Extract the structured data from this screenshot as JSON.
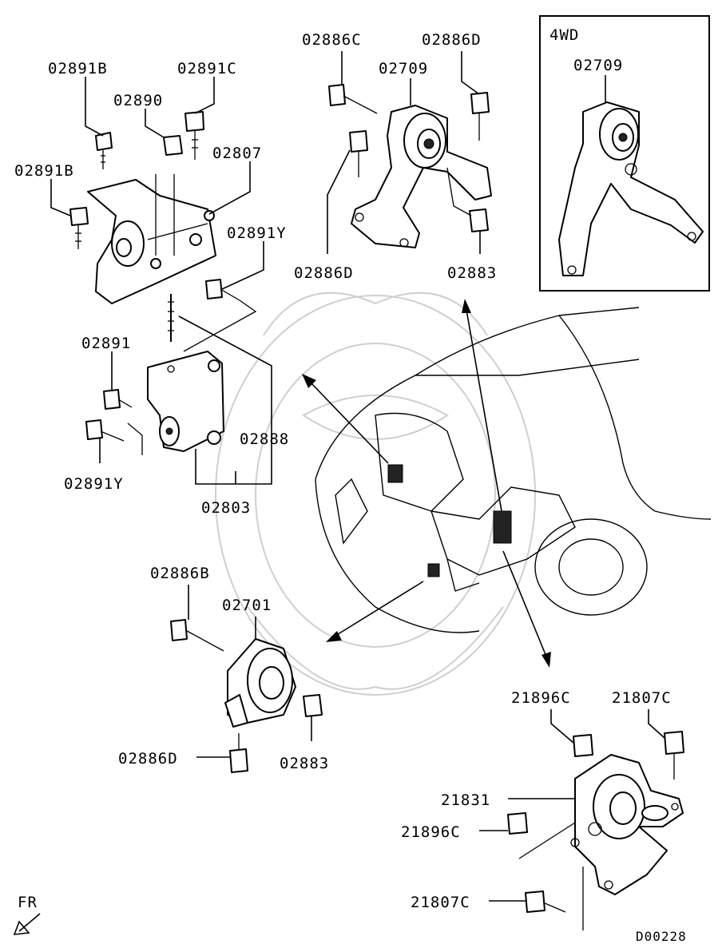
{
  "diagram": {
    "inset_title": "4WD",
    "direction_label": "FR",
    "drawing_code": "D00228",
    "labels": {
      "l1": "02891B",
      "l2": "02891C",
      "l3": "02890",
      "l4": "02807",
      "l5": "02891B",
      "l6": "02891Y",
      "l7": "02891",
      "l8": "02888",
      "l9": "02891Y",
      "l10": "02803",
      "l11": "02886C",
      "l12": "02886D",
      "l13": "02709",
      "l14": "02886D",
      "l15": "02883",
      "l16": "02709",
      "l17": "02886B",
      "l18": "02701",
      "l19": "02886D",
      "l20": "02883",
      "l21": "21896C",
      "l22": "21807C",
      "l23": "21831",
      "l24": "21896C",
      "l25": "21807C"
    }
  }
}
